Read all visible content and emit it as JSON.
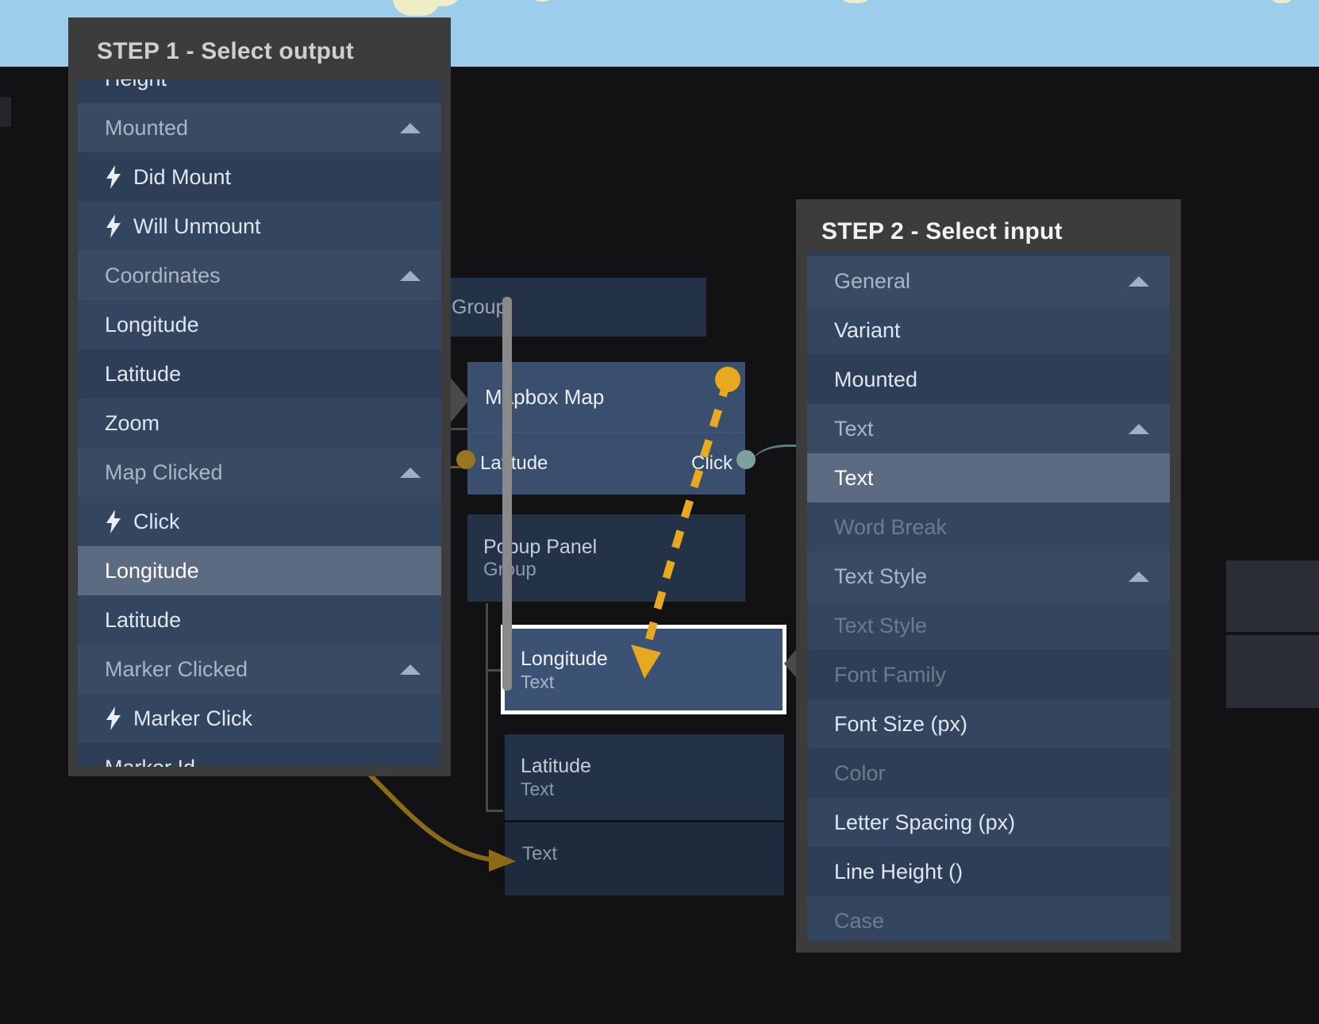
{
  "canvas": {
    "nodes": [
      {
        "id": "group-parent",
        "title": "",
        "subtitle": "Group"
      },
      {
        "id": "mapbox-map",
        "title": "Mapbox Map",
        "subtitle": "",
        "input_port_label": "Latitude",
        "output_port_label": "Click"
      },
      {
        "id": "popup-panel",
        "title": "Popup Panel",
        "subtitle": "Group"
      },
      {
        "id": "longitude",
        "title": "Longitude",
        "subtitle": "Text",
        "selected": true
      },
      {
        "id": "latitude",
        "title": "Latitude",
        "subtitle": "Text"
      },
      {
        "id": "text",
        "title": "",
        "subtitle": "Text"
      }
    ],
    "link_color": "#e8a91e",
    "pointer_color": "#8a6a18",
    "port_in_color": "#9a7422",
    "port_out_color": "#7fa0a0"
  },
  "step1": {
    "title": "STEP 1 - Select output",
    "rows": [
      {
        "label": "Height",
        "type": "item",
        "clipped_top": true
      },
      {
        "label": "Mounted",
        "type": "group",
        "collapsible": true
      },
      {
        "label": "Did Mount",
        "type": "item",
        "event": true
      },
      {
        "label": "Will Unmount",
        "type": "item",
        "event": true
      },
      {
        "label": "Coordinates",
        "type": "group",
        "collapsible": true
      },
      {
        "label": "Longitude",
        "type": "item"
      },
      {
        "label": "Latitude",
        "type": "item"
      },
      {
        "label": "Zoom",
        "type": "item"
      },
      {
        "label": "Map Clicked",
        "type": "group",
        "collapsible": true
      },
      {
        "label": "Click",
        "type": "item",
        "event": true
      },
      {
        "label": "Longitude",
        "type": "item",
        "selected": true
      },
      {
        "label": "Latitude",
        "type": "item"
      },
      {
        "label": "Marker Clicked",
        "type": "group",
        "collapsible": true
      },
      {
        "label": "Marker Click",
        "type": "item",
        "event": true
      },
      {
        "label": "Marker Id",
        "type": "item",
        "clipped_bottom": true
      }
    ]
  },
  "step2": {
    "title": "STEP 2 - Select input",
    "rows": [
      {
        "label": "General",
        "type": "group",
        "collapsible": true
      },
      {
        "label": "Variant",
        "type": "item"
      },
      {
        "label": "Mounted",
        "type": "item"
      },
      {
        "label": "Text",
        "type": "group",
        "collapsible": true
      },
      {
        "label": "Text",
        "type": "item",
        "selected": true
      },
      {
        "label": "Word Break",
        "type": "item",
        "disabled": true
      },
      {
        "label": "Text Style",
        "type": "group",
        "collapsible": true
      },
      {
        "label": "Text Style",
        "type": "item",
        "disabled": true
      },
      {
        "label": "Font Family",
        "type": "item",
        "disabled": true
      },
      {
        "label": "Font Size (px)",
        "type": "item"
      },
      {
        "label": "Color",
        "type": "item",
        "disabled": true
      },
      {
        "label": "Letter Spacing (px)",
        "type": "item"
      },
      {
        "label": "Line Height ()",
        "type": "item"
      },
      {
        "label": "Case",
        "type": "item",
        "disabled": true
      }
    ]
  }
}
